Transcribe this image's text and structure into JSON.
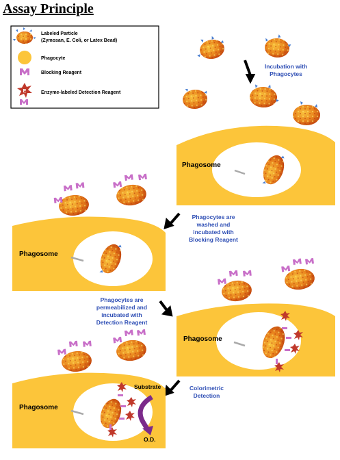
{
  "title": "Assay Principle",
  "legend": [
    {
      "line1": "Labeled Particle",
      "line2": "(Zymosan, E. Coli, or Latex Bead)",
      "icon": "labeled-particle-icon"
    },
    {
      "line1": "Phagocyte",
      "icon": "phagocyte-icon"
    },
    {
      "line1": "Blocking Reagent",
      "icon": "blocking-reagent-icon"
    },
    {
      "line1": "Enzyme-labeled Detection Reagent",
      "icon": "enzyme-detection-reagent-icon",
      "badge": "E"
    }
  ],
  "steps": [
    {
      "line1": "Incubation with",
      "line2": "Phagocytes"
    },
    {
      "line1": "Phagocytes are",
      "line2": "washed and",
      "line3": "incubated with",
      "line4": "Blocking Reagent"
    },
    {
      "line1": "Phagocytes are",
      "line2": "permeabilized and",
      "line3": "incubated with",
      "line4": "Detection Reagent"
    },
    {
      "line1": "Colorimetric",
      "line2": "Detection"
    }
  ],
  "phagosome_label": "Phagosome",
  "substrate_label": "Substrate",
  "od_label": "O.D.",
  "colors": {
    "phagocyte": "#fcc53a",
    "particle": "#e8821c",
    "blocking": "#c86fc8",
    "detection": "#c0392b",
    "step_text": "#2f4fb5"
  }
}
